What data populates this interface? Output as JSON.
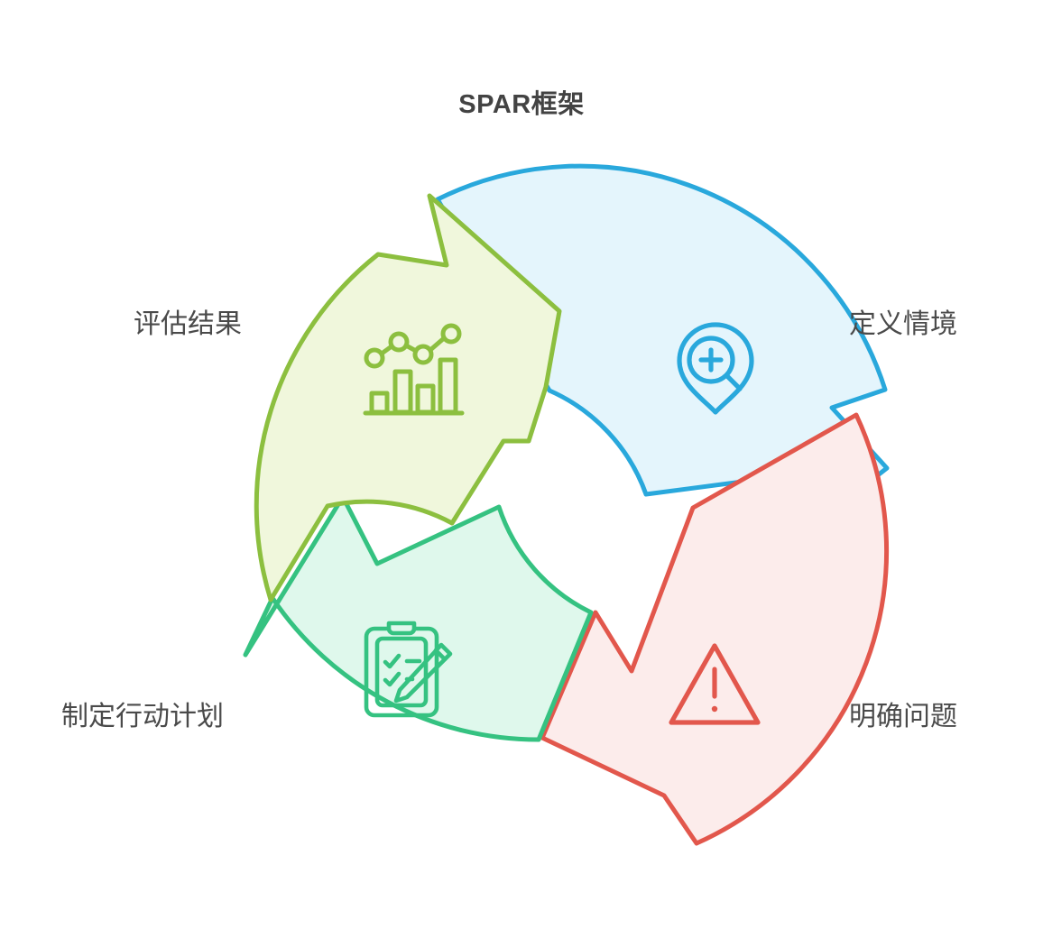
{
  "title": "SPAR框架",
  "title_color": "#434343",
  "background_color": "#ffffff",
  "label_color": "#4a4a4a",
  "diagram": {
    "type": "cycle",
    "direction": "counter-clockwise",
    "stage_count": 4,
    "center_fill": "#ffffff"
  },
  "stages": [
    {
      "id": "define",
      "label": "定义情境",
      "icon": "location-pin-magnifier-icon",
      "stroke": "#29a8dc",
      "fill": "#e4f5fc",
      "position": "top-right"
    },
    {
      "id": "problem",
      "label": "明确问题",
      "icon": "warning-triangle-icon",
      "stroke": "#e2574c",
      "fill": "#fceceb",
      "position": "bottom-right"
    },
    {
      "id": "action",
      "label": "制定行动计划",
      "icon": "clipboard-checklist-pencil-icon",
      "stroke": "#35c281",
      "fill": "#dff8ec",
      "position": "bottom-left"
    },
    {
      "id": "evaluate",
      "label": "评估结果",
      "icon": "bar-line-chart-icon",
      "stroke": "#8cbf3f",
      "fill": "#f0f7dc",
      "position": "top-left"
    }
  ]
}
